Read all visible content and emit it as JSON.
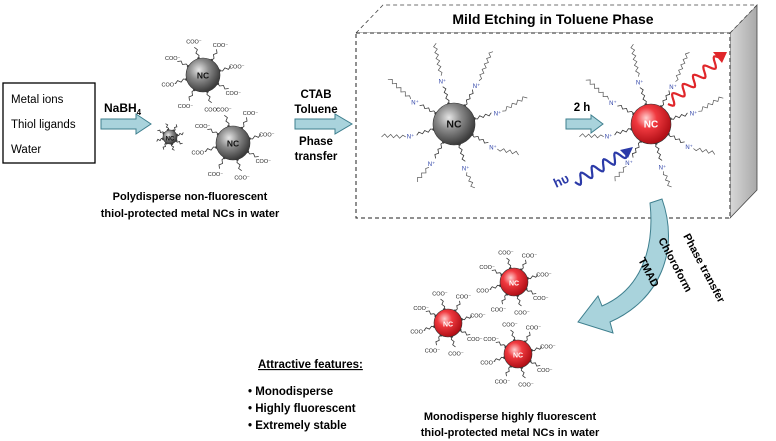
{
  "input_box": {
    "items": [
      "Metal ions",
      "Thiol ligands",
      "Water"
    ]
  },
  "reagents": {
    "reducer": "NaBH",
    "reducer_sub": "4",
    "phase_transfer_1": [
      "CTAB",
      "Toluene"
    ],
    "phase_transfer_1b": [
      "Phase",
      "transfer"
    ],
    "time": "2 h",
    "phase_transfer_2": [
      "TMAD",
      "Chloroform",
      "Phase transfer"
    ]
  },
  "cluster_label": "NC",
  "ligand_label": "COO",
  "light_label": "hυ",
  "box_title": "Mild Etching in Toluene Phase",
  "captions": {
    "polydisperse": [
      "Polydisperse non-fluorescent",
      "thiol-protected metal NCs in water"
    ],
    "monodisperse": [
      "Monodisperse highly fluorescent",
      "thiol-protected metal NCs in water"
    ]
  },
  "features": {
    "heading": "Attractive features:",
    "items": [
      "Monodisperse",
      "Highly fluorescent",
      "Extremely stable"
    ]
  },
  "colors": {
    "gray_cluster": "#6b6b6b",
    "red_cluster": "#e8202a",
    "arrow_fill": "#a9d3dc",
    "arrow_stroke": "#3e7f8e",
    "light_in": "#2b3aa8",
    "light_out": "#e0262a",
    "box_side": "#c8c8c8"
  }
}
